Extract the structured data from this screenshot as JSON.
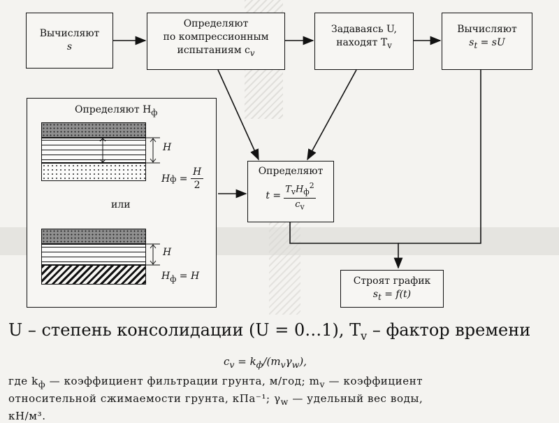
{
  "boxes": {
    "compute_s": {
      "line1": "Вычисляют",
      "line2": "s"
    },
    "determine_cv": {
      "line1": "Определяют",
      "line2": "по компрессионным",
      "line3": "испытаниям c",
      "sub": "v"
    },
    "set_u": {
      "line1": "Задаваясь U,",
      "line2": "находят T",
      "sub": "v"
    },
    "compute_st": {
      "line1": "Вычисляют",
      "line2": "s",
      "sub": "t",
      "line2b": " = sU"
    },
    "determine_t": {
      "line1": "Определяют",
      "lhs": "t =",
      "num": "T",
      "num_sub": "v",
      "num_h": "H",
      "num_h_sub": "ф",
      "num_h_sup": "2",
      "den": "c",
      "den_sub": "v"
    },
    "plot": {
      "line1": "Строят график",
      "line2": "s",
      "sub": "t",
      "line2b": " = f(t)"
    }
  },
  "panel": {
    "title": "Определяют H",
    "title_sub": "ф",
    "h_label_1": "H",
    "formula_1_lhs": "H",
    "formula_1_sub": "ф",
    "formula_1_eq": " = ",
    "formula_1_num": "H",
    "formula_1_den": "2",
    "or": "или",
    "h_label_2": "H",
    "formula_2_lhs": "H",
    "formula_2_sub": "ф",
    "formula_2_rhs": " = H"
  },
  "caption": "U – степень консолидации (U = 0…1), T",
  "caption_sub": "v",
  "caption_end": " – фактор времени",
  "formula": "c",
  "formula_sub": "v",
  "formula_rest": " = k",
  "formula_k_sub": "ф",
  "formula_tail": "/(m",
  "formula_m_sub": "v",
  "formula_gamma": "γ",
  "formula_g_sub": "w",
  "formula_close": "),",
  "note_line1": "где k",
  "note_k_sub": "ф",
  "note_line1b": " — коэффициент фильтрации грунта, м/год; m",
  "note_m_sub": "v",
  "note_line1c": " — коэффициент",
  "note_line2": "относительной сжимаемости грунта, кПа⁻¹; γ",
  "note_g_sub": "w",
  "note_line2b": " — удельный вес воды,",
  "note_line3": "кН/м³."
}
